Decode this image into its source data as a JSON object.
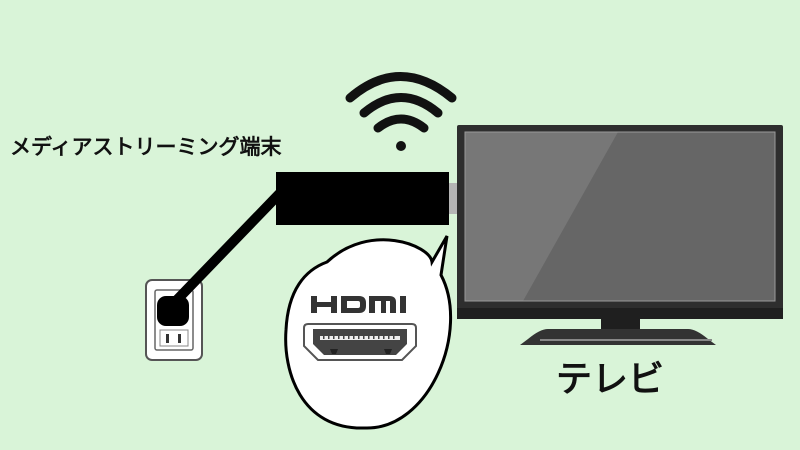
{
  "labels": {
    "device": "メディアストリーミング端末",
    "tv": "テレビ",
    "hdmi_logo": "HDMI"
  },
  "icons": {
    "wifi": "wifi-icon",
    "outlet": "power-outlet-icon",
    "hdmi_port": "hdmi-port-icon",
    "tv": "television-icon",
    "stick": "streaming-stick-icon"
  },
  "colors": {
    "background": "#d9f4d8",
    "tv_bezel": "#2e2e2e",
    "tv_screen": "#666666",
    "tv_screen_highlight": "#777777",
    "stick": "#000000",
    "connector": "#b5b5b5",
    "bubble_fill": "#ffffff",
    "outline": "#000000"
  }
}
